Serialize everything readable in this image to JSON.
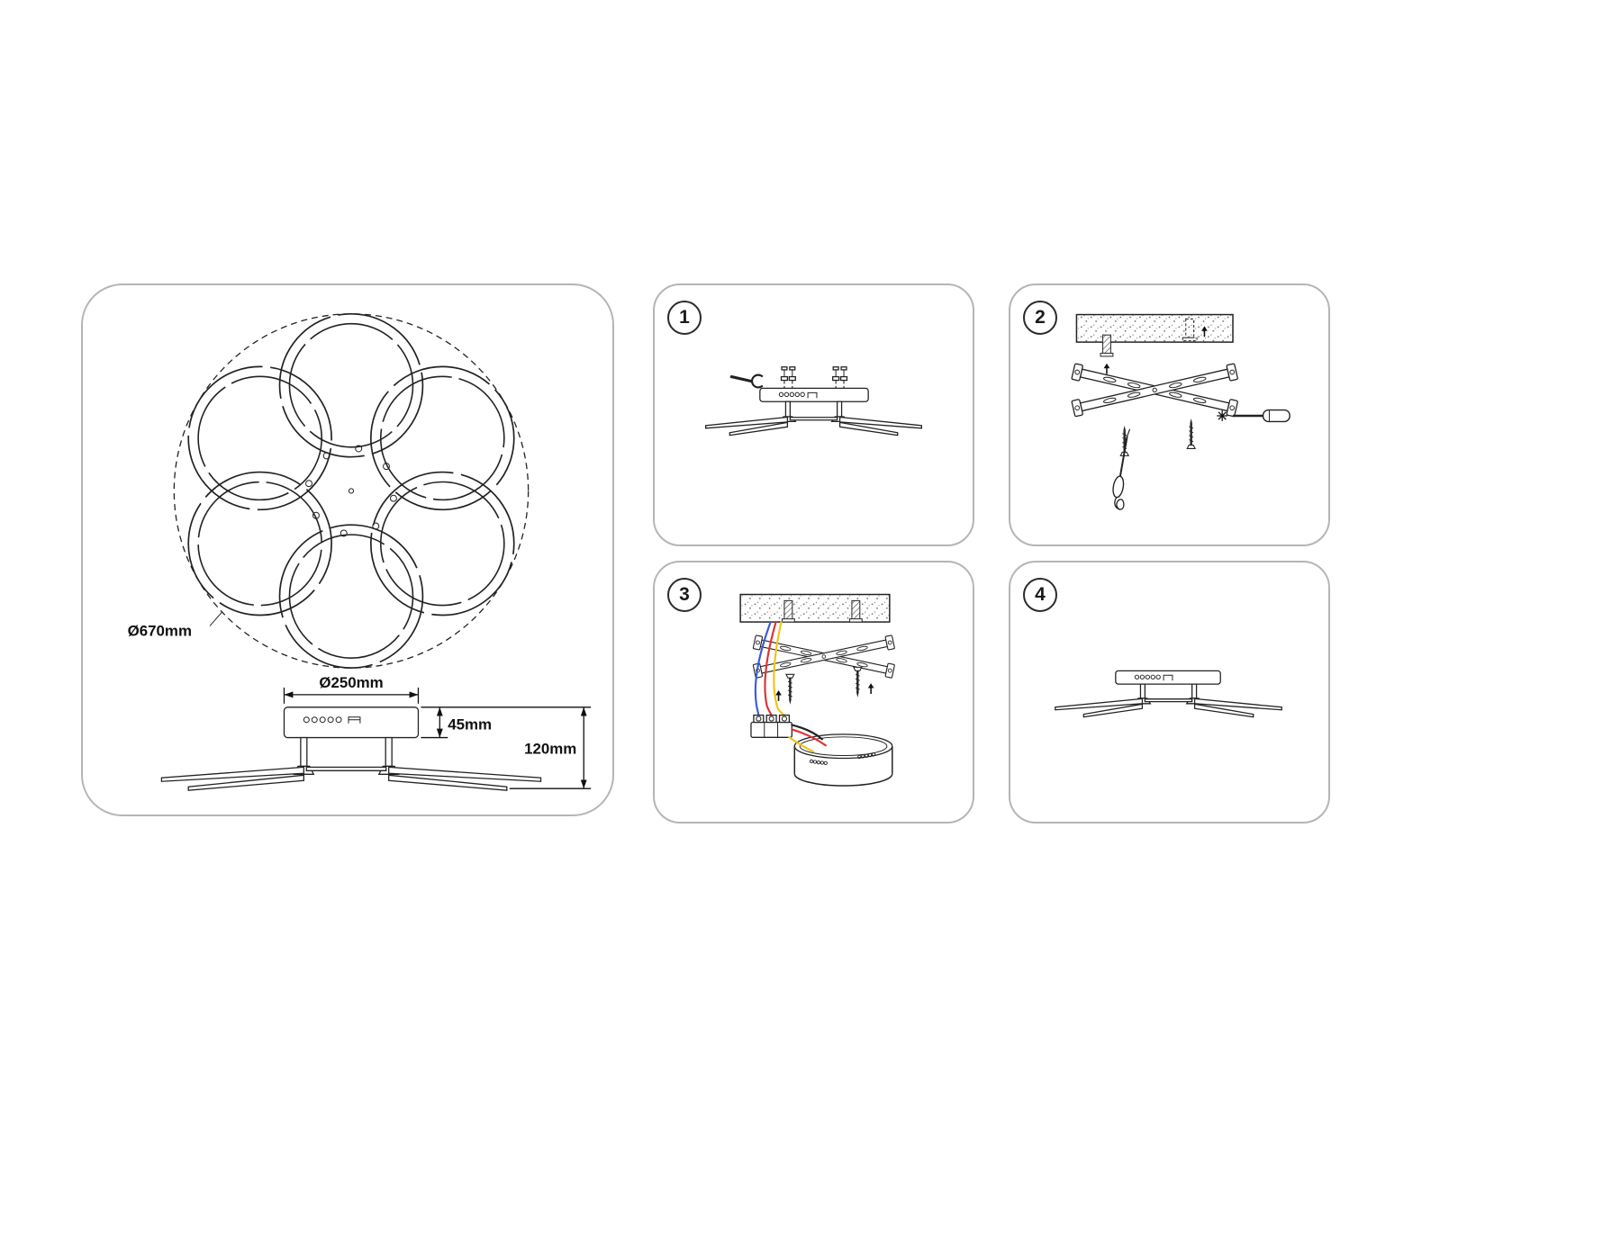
{
  "overview_panel": {
    "top_view": {
      "outer_diameter_label": "Ø670mm"
    },
    "side_view": {
      "base_diameter_label": "Ø250mm",
      "base_height_label": "45mm",
      "total_height_label": "120mm"
    }
  },
  "steps": [
    {
      "number": "1"
    },
    {
      "number": "2"
    },
    {
      "number": "3"
    },
    {
      "number": "4"
    }
  ],
  "icons": {
    "wrench": "wrench-icon",
    "screwdriver": "screwdriver-icon",
    "awl": "awl-icon",
    "phillips_mark": "phillips-cross-icon",
    "up_arrow": "up-arrow-icon"
  },
  "colors": {
    "line": "#222222",
    "panel_border": "#b5b5b5",
    "wire_blue": "#3b5bdb",
    "wire_red": "#e03131",
    "wire_yellow": "#f0c419",
    "wire_black": "#222222"
  }
}
